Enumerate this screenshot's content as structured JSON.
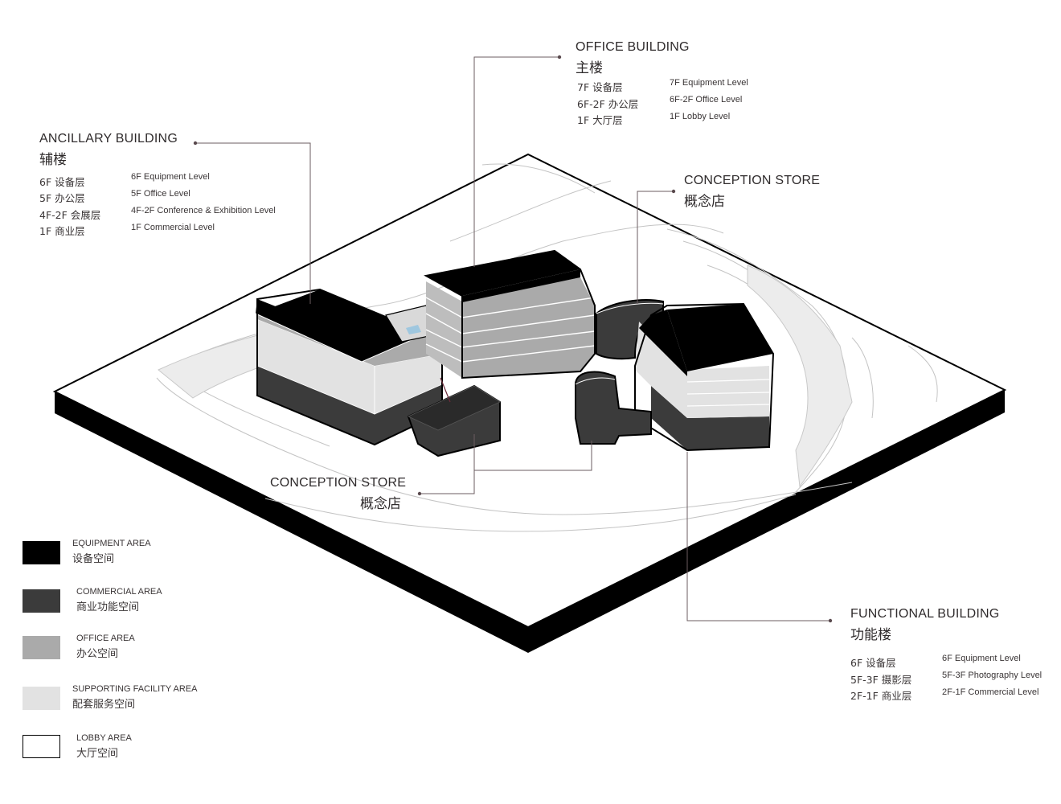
{
  "colors": {
    "equipment": "#000000",
    "commercial": "#3b3b3b",
    "office": "#aaaaaa",
    "supporting": "#e2e2e2",
    "lobby": "#ffffff",
    "leader": "#6b5d61"
  },
  "labels": {
    "office_building": {
      "title": "OFFICE BUILDING",
      "title_cn": "主楼",
      "levels": [
        {
          "cn": "7F  设备层",
          "en": "7F Equipment Level"
        },
        {
          "cn": "6F-2F  办公层",
          "en": "6F-2F Office Level"
        },
        {
          "cn": "1F  大厅层",
          "en": "1F Lobby Level"
        }
      ]
    },
    "ancillary_building": {
      "title": "ANCILLARY BUILDING",
      "title_cn": "辅楼",
      "levels": [
        {
          "cn": "6F  设备层",
          "en": "6F Equipment Level"
        },
        {
          "cn": "5F  办公层",
          "en": "5F Office Level"
        },
        {
          "cn": "4F-2F  会展层",
          "en": "4F-2F Conference  & Exhibition Level"
        },
        {
          "cn": "1F  商业层",
          "en": "1F Commercial Level"
        }
      ]
    },
    "conception_store_right": {
      "title": "CONCEPTION STORE",
      "title_cn": "概念店"
    },
    "conception_store_bottom": {
      "title": "CONCEPTION STORE",
      "title_cn": "概念店"
    },
    "functional_building": {
      "title": "FUNCTIONAL BUILDING",
      "title_cn": "功能楼",
      "levels": [
        {
          "cn": "6F  设备层",
          "en": "6F Equipment Level"
        },
        {
          "cn": "5F-3F  摄影层",
          "en": "5F-3F Photography Level"
        },
        {
          "cn": "2F-1F  商业层",
          "en": "2F-1F Commercial Level"
        }
      ]
    }
  },
  "legend": [
    {
      "en": "EQUIPMENT AREA",
      "cn": "设备空间",
      "color": "#000000"
    },
    {
      "en": "COMMERCIAL AREA",
      "cn": "商业功能空间",
      "color": "#3b3b3b"
    },
    {
      "en": "OFFICE AREA",
      "cn": "办公空间",
      "color": "#aaaaaa"
    },
    {
      "en": "SUPPORTING FACILITY AREA",
      "cn": "配套服务空间",
      "color": "#e2e2e2"
    },
    {
      "en": "LOBBY AREA",
      "cn": "大厅空间",
      "color": "#ffffff"
    }
  ]
}
